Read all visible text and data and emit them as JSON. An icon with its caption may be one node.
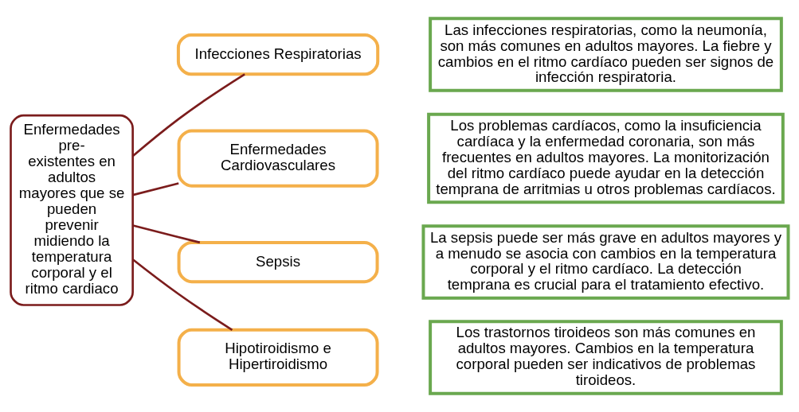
{
  "diagram": {
    "nodes": [
      {
        "text": [
          "Enfermedades pre- existentes en adultos mayores que se pueden prevenir midiendo la temperatura corporal y el ritmo cardiaco"
        ]
      },
      {
        "text": [
          "Infecciones Respiratorias"
        ]
      },
      {
        "text": [
          "Las infecciones respiratorias, como la neumonía, son más comunes en adultos mayores. La fiebre y cambios en el ritmo cardíaco pueden ser signos de infección respiratoria."
        ]
      },
      {
        "text": [
          "Enfermedades Cardiovasculares"
        ]
      },
      {
        "text": [
          "Los problemas cardíacos, como la insuficiencia cardíaca y la enfermedad coronaria, son más frecuentes en adultos mayores. La monitorización del ritmo cardíaco puede ayudar en la detección temprana de arritmias u otros problemas cardíacos."
        ]
      },
      {
        "text": [
          "Sepsis"
        ]
      },
      {
        "text": [
          "La sepsis puede ser más grave en adultos mayores y a menudo se asocia con cambios en la temperatura corporal y el ritmo cardíaco. La detección temprana es crucial para el tratamiento efectivo."
        ]
      },
      {
        "text": [
          "Hipotiroidismo e Hipertiroidismo"
        ]
      },
      {
        "text": [
          "Los trastornos tiroideos son más comunes en adultos mayores. Cambios en la temperatura corporal pueden ser indicativos de problemas tiroideos."
        ]
      }
    ],
    "edges": [
      {
        "from": 0,
        "to": 1,
        "arrow": "none",
        "color": "#7b1c1c"
      },
      {
        "from": 0,
        "to": 3,
        "arrow": "none",
        "color": "#7b1c1c"
      },
      {
        "from": 0,
        "to": 5,
        "arrow": "none",
        "color": "#7b1c1c"
      },
      {
        "from": 0,
        "to": 7,
        "arrow": "none",
        "color": "#7b1c1c"
      }
    ]
  }
}
